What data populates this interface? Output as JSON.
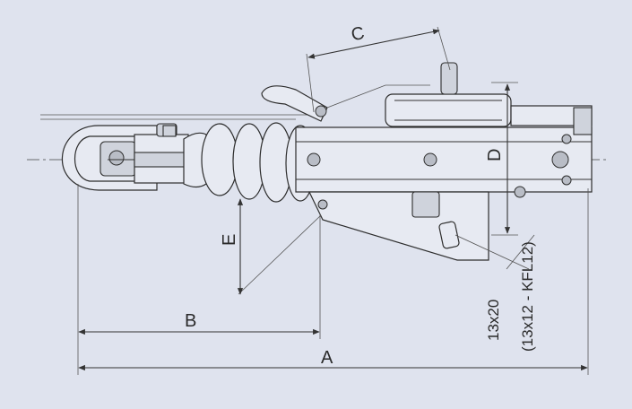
{
  "diagram": {
    "dimension_labels": {
      "a": "A",
      "b": "B",
      "c": "C",
      "d": "D",
      "e": "E"
    },
    "bolt_spec": {
      "primary": "13x20",
      "alternate": "(13x12 - KFL12)"
    },
    "colors": {
      "background": "#dfe3ee",
      "line": "#2d2d2d"
    }
  }
}
